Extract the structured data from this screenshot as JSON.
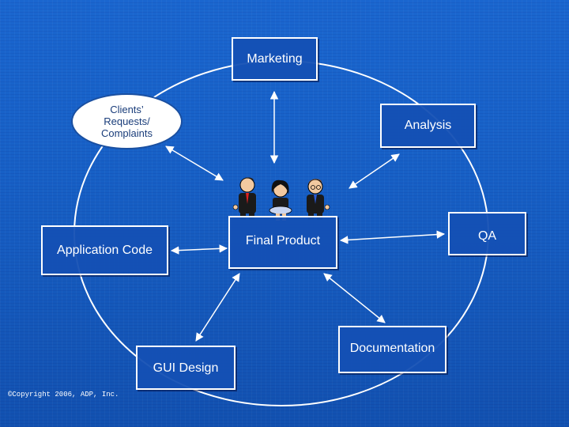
{
  "nodes": {
    "marketing": "Marketing",
    "clients_line1": "Clients’",
    "clients_line2": "Requests/",
    "clients_line3": "Complaints",
    "analysis": "Analysis",
    "final_product": "Final Product",
    "qa": "QA",
    "application_code": "Application Code",
    "gui_design": "GUI Design",
    "documentation": "Documentation"
  },
  "footer": {
    "copyright": "©Copyright 2006, ADP, Inc."
  },
  "colors": {
    "background": "#1760c6",
    "box_border": "#ffffff",
    "text": "#ffffff",
    "oval_fill": "#ffffff"
  },
  "icons": [
    "people-group-icon"
  ]
}
